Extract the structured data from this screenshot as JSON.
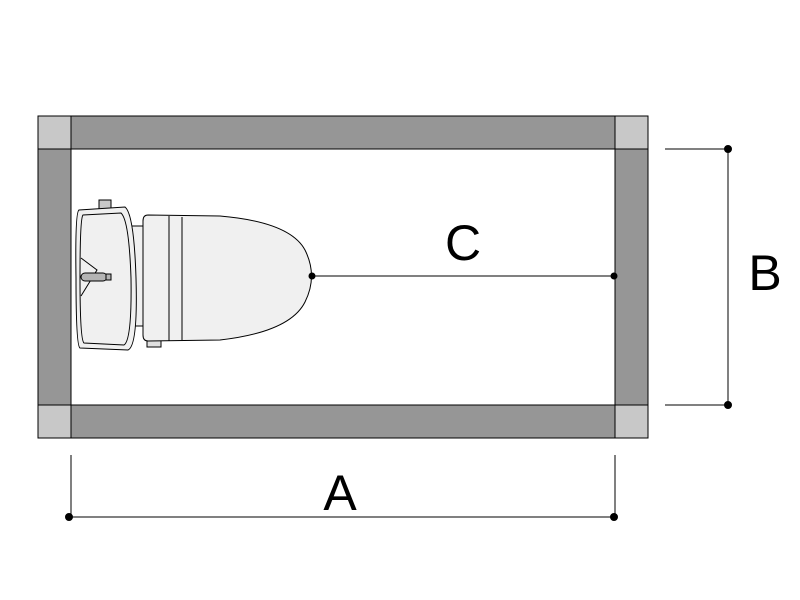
{
  "labels": {
    "a": "A",
    "b": "B",
    "c": "C"
  },
  "colors": {
    "wall": "#969696",
    "corner": "#c8c8c8",
    "fixture": "#f0f0f0",
    "line": "#000000"
  }
}
